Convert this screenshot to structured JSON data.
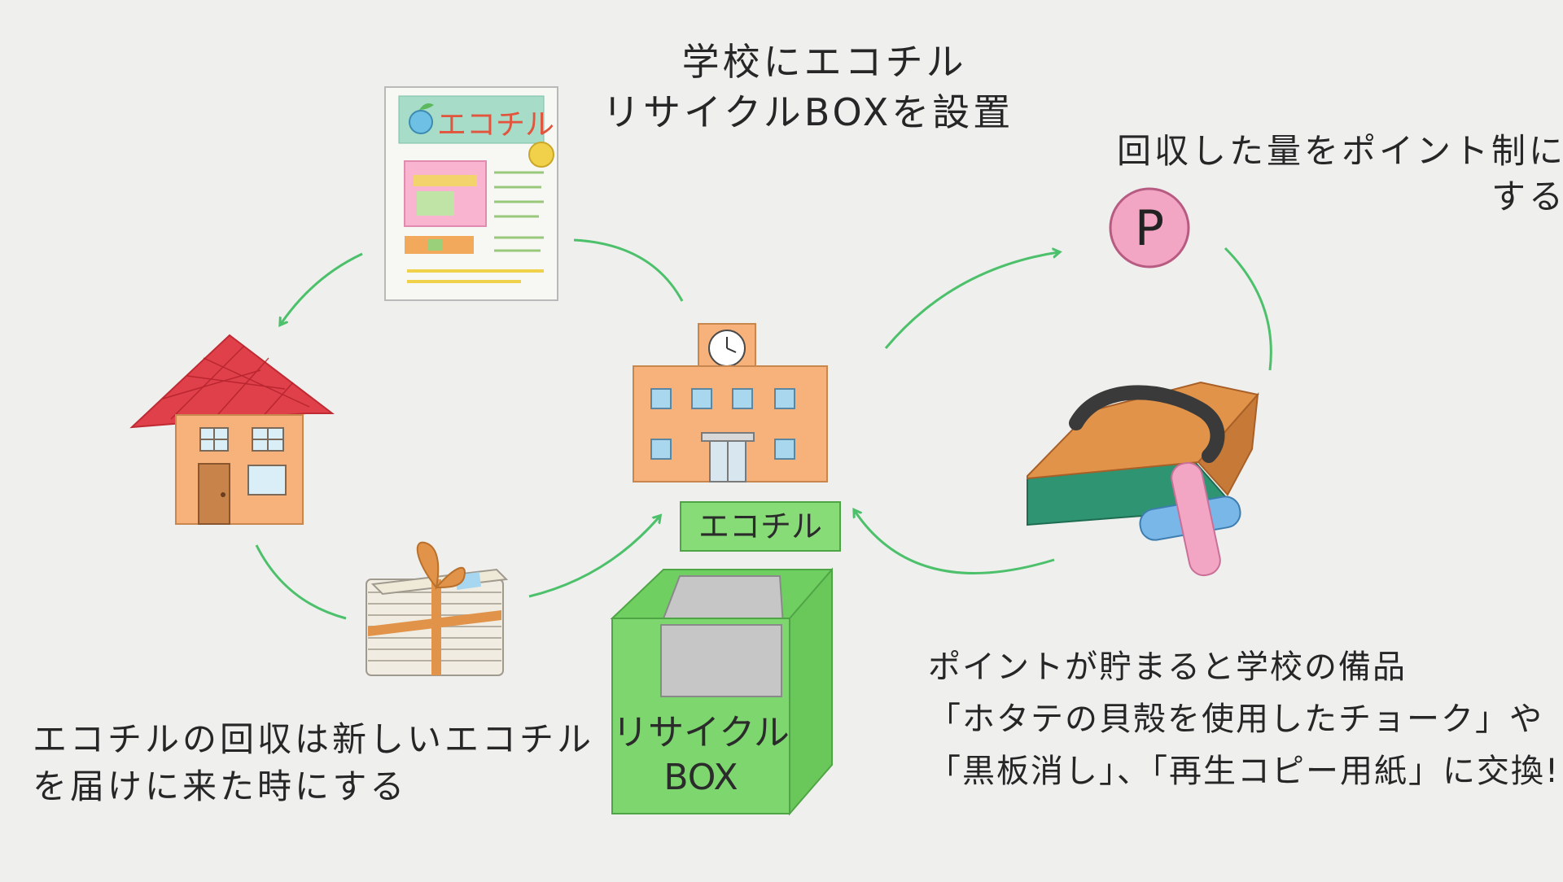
{
  "captions": {
    "top_line1": "学校にエコチル",
    "top_line2": "リサイクルBOXを設置",
    "right_top_line1": "回収した量をポイント制に",
    "right_top_line2": "する",
    "left_bottom_line1": "エコチルの回収は新しいエコチル",
    "left_bottom_line2": "を届けに来た時にする",
    "right_bottom_line1": "ポイントが貯まると学校の備品",
    "right_bottom_line2": "「ホタテの貝殻を使用したチョーク」や",
    "right_bottom_line3": "「黒板消し」、「再生コピー用紙」に交換!"
  },
  "flyer": {
    "title": "エコチル"
  },
  "recycle_box": {
    "header_label": "エコチル",
    "front_line1": "リサイクル",
    "front_line2": "BOX"
  },
  "point_badge": {
    "letter": "P"
  },
  "colors": {
    "arrow": "#4cc06a",
    "box_green": "#7dd66e",
    "school_orange": "#f6b27a",
    "roof_red": "#e0404a",
    "point_pink": "#f2a6c4"
  }
}
